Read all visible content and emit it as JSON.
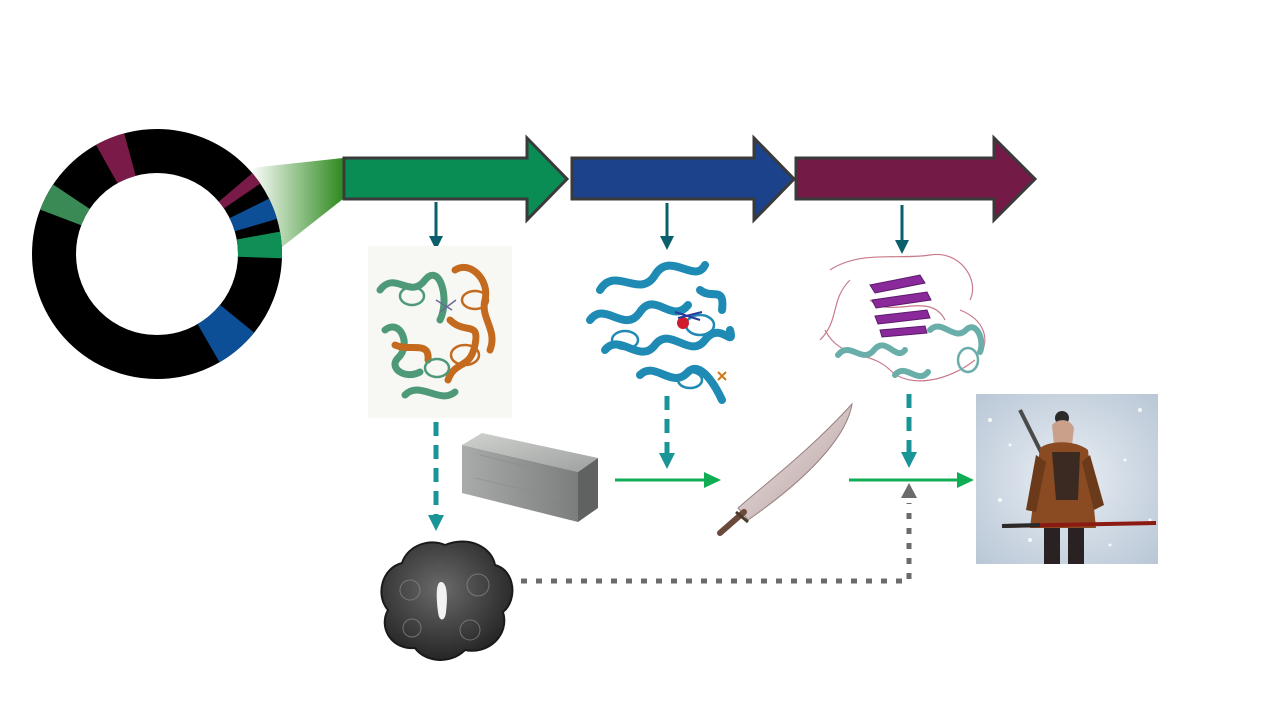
{
  "slide": {
    "background": "#ffffff"
  },
  "plasmid": {
    "ring_color": "#000000",
    "zoom_wedge_color": "#2f8a1f",
    "segments": [
      {
        "name": "maroon-segment-top",
        "color": "#7a1a48"
      },
      {
        "name": "green-segment-left",
        "color": "#3a8a55"
      },
      {
        "name": "maroon-segment-right",
        "color": "#7a1a48"
      },
      {
        "name": "blue-segment-right",
        "color": "#0c4f96"
      },
      {
        "name": "green-segment-right",
        "color": "#0f8f55"
      },
      {
        "name": "blue-segment-bottom",
        "color": "#0c4f96"
      }
    ]
  },
  "genes": [
    {
      "name": "gene-arrow-green",
      "color": "#0a8c55"
    },
    {
      "name": "gene-arrow-blue",
      "color": "#1b428a"
    },
    {
      "name": "gene-arrow-maroon",
      "color": "#731a46"
    }
  ],
  "colors": {
    "gene_outline": "#3a3a3a",
    "expression_arrow": "#0b5f6a",
    "dashed_arrow": "#1a9597",
    "forge_arrow": "#10ad55",
    "dotted_arrow": "#6b6b6b"
  },
  "images": [
    {
      "name": "protein-structure-1-image",
      "kind": "picture"
    },
    {
      "name": "protein-structure-2-image",
      "kind": "picture"
    },
    {
      "name": "protein-structure-3-image",
      "kind": "picture"
    },
    {
      "name": "steel-ingot-image",
      "kind": "picture"
    },
    {
      "name": "katana-blade-image",
      "kind": "picture"
    },
    {
      "name": "tsuba-guard-image",
      "kind": "picture"
    },
    {
      "name": "samurai-warrior-image",
      "kind": "picture"
    }
  ]
}
